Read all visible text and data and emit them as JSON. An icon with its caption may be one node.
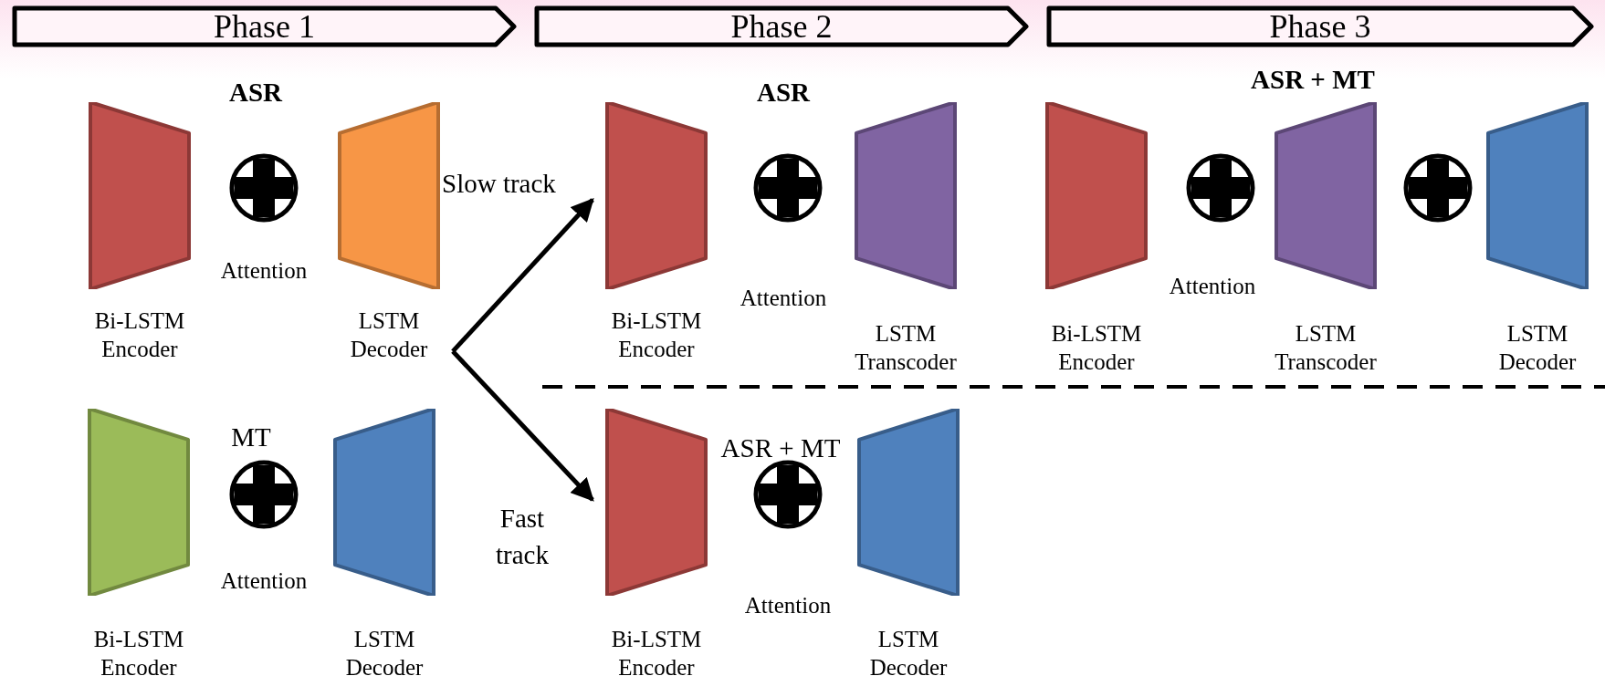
{
  "diagram": {
    "nodes": [
      {
        "text": [
          "Phase 1"
        ]
      },
      {
        "text": [
          "Phase 2"
        ]
      },
      {
        "text": [
          "Phase 3"
        ]
      },
      {
        "text": [],
        "shape": "trapezoid",
        "beside": [
          "Bi-LSTM Encoder"
        ]
      },
      {
        "text": [],
        "shape": "circle"
      },
      {
        "text": [],
        "shape": "trapezoid",
        "beside": [
          "LSTM Decoder"
        ]
      },
      {
        "text": [],
        "shape": "trapezoid",
        "beside": [
          "Bi-LSTM Encoder"
        ]
      },
      {
        "text": [],
        "shape": "circle"
      },
      {
        "text": [],
        "shape": "trapezoid",
        "beside": [
          "LSTM Transcoder"
        ]
      },
      {
        "text": [],
        "shape": "trapezoid",
        "beside": [
          "Bi-LSTM Encoder"
        ]
      },
      {
        "text": [],
        "shape": "circle"
      },
      {
        "text": [],
        "shape": "trapezoid",
        "beside": [
          "LSTM Transcoder"
        ]
      },
      {
        "text": [],
        "shape": "circle"
      },
      {
        "text": [],
        "shape": "trapezoid",
        "beside": [
          "LSTM Decoder"
        ]
      },
      {
        "text": [],
        "shape": "trapezoid",
        "beside": [
          "Bi-LSTM Encoder"
        ]
      },
      {
        "text": [],
        "shape": "circle"
      },
      {
        "text": [],
        "shape": "trapezoid",
        "beside": [
          "LSTM Decoder"
        ]
      },
      {
        "text": [],
        "shape": "trapezoid",
        "beside": [
          "Bi-LSTM Encoder"
        ]
      },
      {
        "text": [],
        "shape": "circle"
      },
      {
        "text": [],
        "shape": "trapezoid",
        "beside": [
          "LSTM Decoder"
        ]
      }
    ],
    "edges": [
      {
        "from": 5,
        "to": 6,
        "arrow": "to",
        "label": "Slow track"
      },
      {
        "from": 5,
        "to": 17,
        "arrow": "to",
        "label": "Fast track"
      }
    ],
    "labels": [
      "ASR",
      "ASR",
      "ASR + MT",
      "Attention",
      "Attention",
      "Attention",
      "MT",
      "ASR + MT",
      "Attention",
      "Attention"
    ]
  }
}
